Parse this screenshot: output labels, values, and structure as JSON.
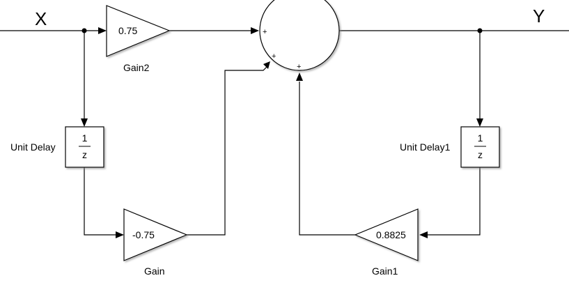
{
  "signals": {
    "input": "X",
    "output": "Y"
  },
  "blocks": {
    "gain2": {
      "value": "0.75",
      "label": "Gain2"
    },
    "gain": {
      "value": "-0.75",
      "label": "Gain"
    },
    "gain1": {
      "value": "0.8825",
      "label": "Gain1"
    },
    "unit_delay": {
      "numerator": "1",
      "denominator": "z",
      "label": "Unit Delay"
    },
    "unit_delay1": {
      "numerator": "1",
      "denominator": "z",
      "label": "Unit Delay1"
    }
  },
  "sum": {
    "signs": [
      "+",
      "+",
      "+"
    ]
  }
}
